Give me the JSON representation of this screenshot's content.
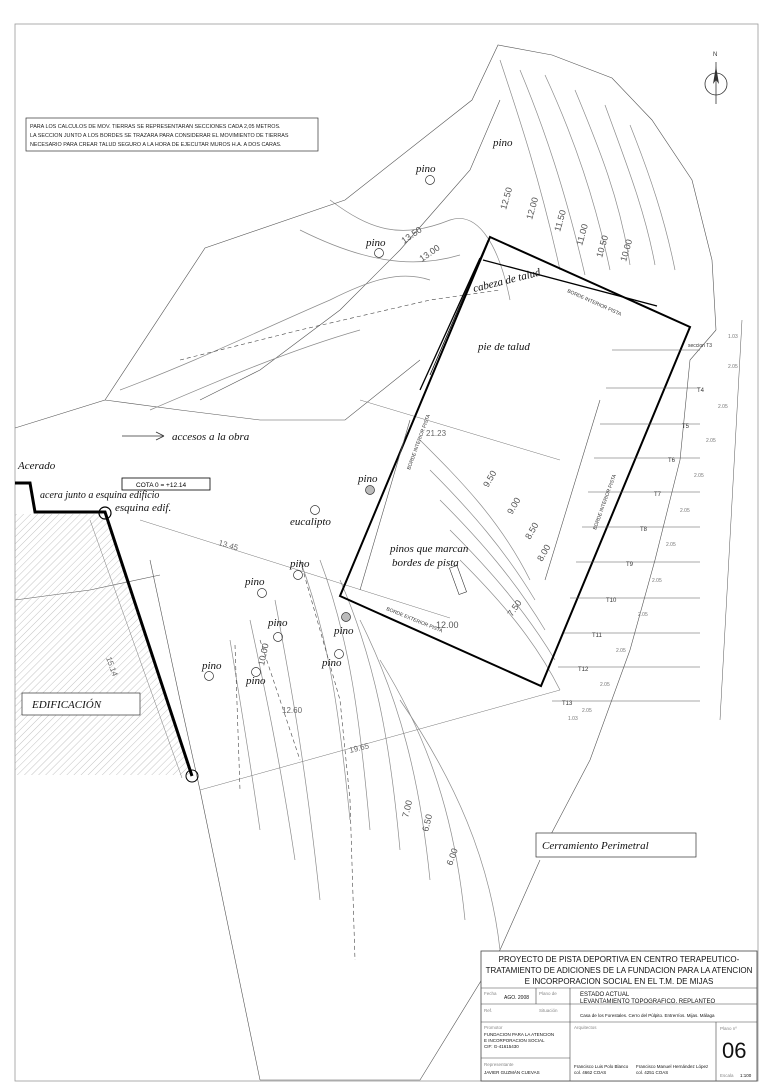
{
  "north_label": "N",
  "notes": [
    "PARA LOS CALCULOS DE MOV. TIERRAS SE REPRESENTARAN SECCIONES CADA 2,05 METROS.",
    "LA SECCION JUNTO A LOS BORDES SE TRAZARA PARA CONSIDERAR EL MOVIMIENTO DE TIERRAS",
    "NECESARIO PARA CREAR TALUD SEGURO A LA HORA DE EJECUTAR MUROS H.A. A DOS CARAS."
  ],
  "labels": {
    "cabeza_talud": "cabeza de talud",
    "pie_talud": "pie de talud",
    "accesos": "accesos a la obra",
    "acerado": "Acerado",
    "acera": "acera junto a esquina edificio",
    "esquina": "esquina edif.",
    "cota": "COTA 0 = +12.14",
    "eucalipto": "eucalipto",
    "pinos_marcan": [
      "pinos que marcan",
      "bordes de pista"
    ],
    "edificacion": "EDIFICACIÓN",
    "cerramiento": "Cerramiento Perimetral",
    "borde_int_1": "BORDE INTERIOR PISTA",
    "borde_int_2": "BORDE INTERIOR PISTA",
    "borde_int_3": "BORDE INTERIOR PISTA",
    "borde_ext": "BORDE EXTERIOR PISTA",
    "seccion_t3": "seccion T3"
  },
  "pinos": [
    "pino",
    "pino",
    "pino",
    "pino",
    "pino",
    "pino",
    "pino",
    "pino",
    "pino",
    "pino"
  ],
  "contour_labels": [
    "12.50",
    "12.00",
    "11.50",
    "11.00",
    "10.50",
    "10.00",
    "13.50",
    "13.00",
    "9.50",
    "9.00",
    "8.50",
    "8.00",
    "7.50",
    "12.00",
    "10.00",
    "7.00",
    "6.50",
    "6.00"
  ],
  "dims": {
    "d1": "13.45",
    "d2": "15.14",
    "d3": "12.60",
    "d4": "19.65",
    "d5": "21.23"
  },
  "sections": [
    "T4",
    "T5",
    "T6",
    "T7",
    "T8",
    "T9",
    "T10",
    "T11",
    "T12",
    "T13"
  ],
  "section_spacing": [
    "1.03",
    "2.05",
    "2.05",
    "2.05",
    "2.05",
    "2.05",
    "2.05",
    "2.05",
    "2.05",
    "2.05",
    "2.05",
    "2.05",
    "1.03"
  ],
  "title_block": {
    "project": [
      "PROYECTO DE PISTA DEPORTIVA EN CENTRO TERAPEUTICO-",
      "TRATAMIENTO DE ADICIONES DE LA FUNDACION PARA LA ATENCION",
      "E INCORPORACION SOCIAL EN EL T.M. DE MIJAS"
    ],
    "fecha_label": "Fecha",
    "fecha": "AGO. 2008",
    "plano_label": "Plano de",
    "plano": [
      "ESTADO ACTUAL",
      "LEVANTAMIENTO TOPOGRAFICO. REPLANTEO"
    ],
    "ref_label": "Ref.",
    "situacion_label": "Situación",
    "situacion": "Casa de los Forestales. Cerro del Púlpito. Entrerríos. Mijas. Málaga",
    "promotor_label": "Promotor",
    "promotor": [
      "FUNDACION PARA LA ATENCION",
      "E INCORPORACION SOCIAL",
      "CIF: G-41615430"
    ],
    "arquitectos_label": "Arquitectos",
    "representante_label": "Representante",
    "representante": "JAVIER GUZMÁN CUEVAS",
    "arq1": [
      "Francisco Luis Polo Blanco",
      "col. 4662 COAS"
    ],
    "arq2": [
      "Francisco Manuel Hernández López",
      "col. 4251 COAS"
    ],
    "plano_n_label": "Plano nº",
    "plano_n": "06",
    "escala_label": "Escala",
    "escala": "1:100"
  }
}
